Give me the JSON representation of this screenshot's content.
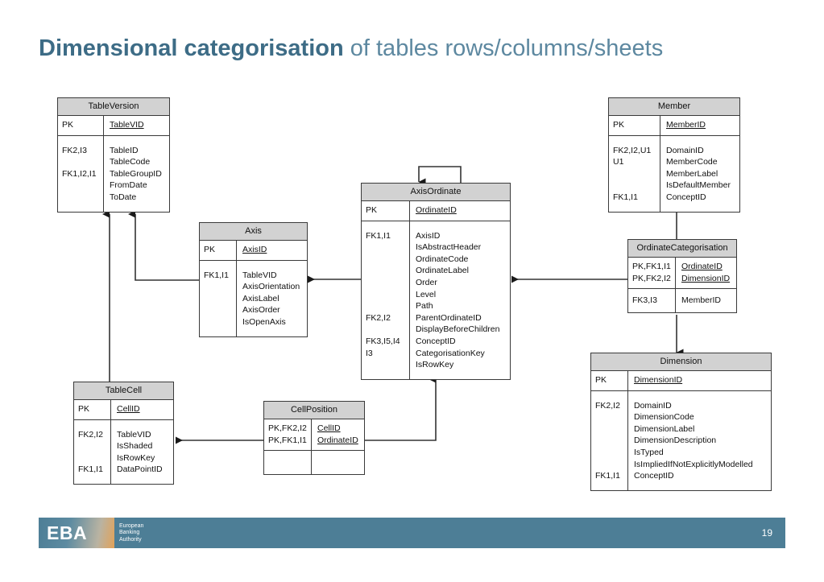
{
  "slide": {
    "title_strong": "Dimensional categorisation",
    "title_light": " of tables rows/columns/sheets",
    "page_number": "19"
  },
  "footer": {
    "logo_text": "EBA",
    "org_line1": "European",
    "org_line2": "Banking",
    "org_line3": "Authority",
    "bar_color": "#4d7e96",
    "accent_color": "#e3a259"
  },
  "theme": {
    "title_color": "#4a7289",
    "entity_header_fill": "#d2d2d2",
    "entity_border": "#3a3a3a",
    "connector_color": "#333333"
  },
  "entities": [
    {
      "id": "tableversion",
      "name": "TableVersion",
      "pk_keys": [
        "PK"
      ],
      "pk_attrs": [
        "TableVID"
      ],
      "fk_keys": [
        "FK2,I3",
        "",
        "FK1,I2,I1",
        "",
        ""
      ],
      "fk_attrs": [
        "TableID",
        "TableCode",
        "TableGroupID",
        "FromDate",
        "ToDate"
      ]
    },
    {
      "id": "axis",
      "name": "Axis",
      "pk_keys": [
        "PK"
      ],
      "pk_attrs": [
        "AxisID"
      ],
      "fk_keys": [
        "FK1,I1",
        "",
        "",
        "",
        ""
      ],
      "fk_attrs": [
        "TableVID",
        "AxisOrientation",
        "AxisLabel",
        "AxisOrder",
        "IsOpenAxis"
      ]
    },
    {
      "id": "axisordinate",
      "name": "AxisOrdinate",
      "pk_keys": [
        "PK"
      ],
      "pk_attrs": [
        "OrdinateID"
      ],
      "fk_keys": [
        "FK1,I1",
        "",
        "",
        "",
        "",
        "",
        "",
        "FK2,I2",
        "",
        "FK3,I5,I4",
        "I3",
        ""
      ],
      "fk_attrs": [
        "AxisID",
        "IsAbstractHeader",
        "OrdinateCode",
        "OrdinateLabel",
        "Order",
        "Level",
        "Path",
        "ParentOrdinateID",
        "DisplayBeforeChildren",
        "ConceptID",
        "CategorisationKey",
        "IsRowKey"
      ]
    },
    {
      "id": "member",
      "name": "Member",
      "pk_keys": [
        "PK"
      ],
      "pk_attrs": [
        "MemberID"
      ],
      "fk_keys": [
        "FK2,I2,U1",
        "U1",
        "",
        "",
        "FK1,I1"
      ],
      "fk_attrs": [
        "DomainID",
        "MemberCode",
        "MemberLabel",
        "IsDefaultMember",
        "ConceptID"
      ]
    },
    {
      "id": "ordinatecategorisation",
      "name": "OrdinateCategorisation",
      "pk_keys": [
        "PK,FK1,I1",
        "PK,FK2,I2"
      ],
      "pk_attrs": [
        "OrdinateID",
        "DimensionID"
      ],
      "fk_keys": [
        "FK3,I3"
      ],
      "fk_attrs": [
        "MemberID"
      ]
    },
    {
      "id": "dimension",
      "name": "Dimension",
      "pk_keys": [
        "PK"
      ],
      "pk_attrs": [
        "DimensionID"
      ],
      "fk_keys": [
        "FK2,I2",
        "",
        "",
        "",
        "",
        "",
        "FK1,I1"
      ],
      "fk_attrs": [
        "DomainID",
        "DimensionCode",
        "DimensionLabel",
        "DimensionDescription",
        "IsTyped",
        "IsImpliedIfNotExplicitlyModelled",
        "ConceptID"
      ]
    },
    {
      "id": "tablecell",
      "name": "TableCell",
      "pk_keys": [
        "PK"
      ],
      "pk_attrs": [
        "CellID"
      ],
      "fk_keys": [
        "FK2,I2",
        "",
        "",
        "FK1,I1"
      ],
      "fk_attrs": [
        "TableVID",
        "IsShaded",
        "IsRowKey",
        "DataPointID"
      ]
    },
    {
      "id": "cellposition",
      "name": "CellPosition",
      "pk_keys": [
        "PK,FK2,I2",
        "PK,FK1,I1"
      ],
      "pk_attrs": [
        "CellID",
        "OrdinateID"
      ],
      "fk_keys": [
        ""
      ],
      "fk_attrs": [
        ""
      ]
    }
  ],
  "relationships": [
    {
      "from": "tablecell",
      "to": "tableversion",
      "label": "TableCell.TableVID -> TableVersion"
    },
    {
      "from": "axis",
      "to": "tableversion",
      "label": "Axis.TableVID -> TableVersion"
    },
    {
      "from": "axisordinate",
      "to": "axis",
      "label": "AxisOrdinate.AxisID -> Axis"
    },
    {
      "from": "axisordinate",
      "to": "axisordinate",
      "label": "AxisOrdinate.ParentOrdinateID self reference"
    },
    {
      "from": "ordinatecategorisation",
      "to": "axisordinate",
      "label": "OrdinateCategorisation.OrdinateID -> AxisOrdinate"
    },
    {
      "from": "ordinatecategorisation",
      "to": "member",
      "label": "OrdinateCategorisation.MemberID -> Member"
    },
    {
      "from": "ordinatecategorisation",
      "to": "dimension",
      "label": "OrdinateCategorisation.DimensionID -> Dimension"
    },
    {
      "from": "cellposition",
      "to": "tablecell",
      "label": "CellPosition.CellID -> TableCell"
    },
    {
      "from": "cellposition",
      "to": "axisordinate",
      "label": "CellPosition.OrdinateID -> AxisOrdinate"
    }
  ]
}
